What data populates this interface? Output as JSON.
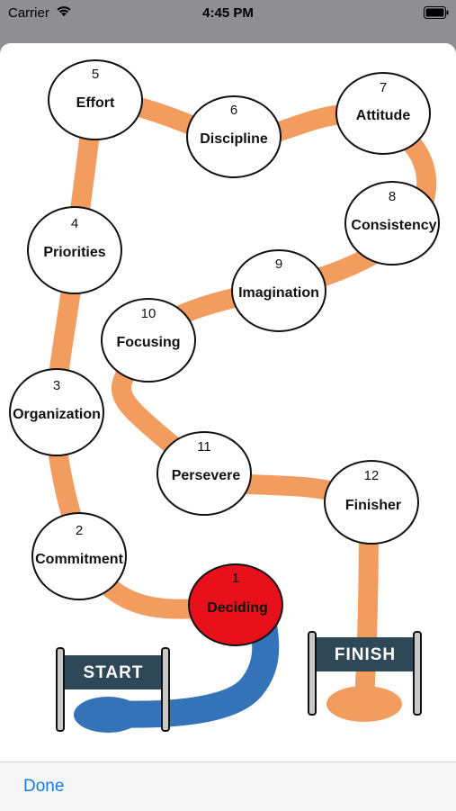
{
  "status_bar": {
    "carrier": "Carrier",
    "time": "4:45 PM",
    "wifi_icon": "wifi-icon",
    "battery_icon": "battery-icon"
  },
  "board": {
    "colors": {
      "path": "#f39c5f",
      "start_path": "#3573b8",
      "current_node": "#e8101a",
      "node": "#ffffff",
      "sign": "#2f4858",
      "post": "#c8c8c8"
    },
    "nodes": [
      {
        "number": "1",
        "label": "Deciding",
        "current": true
      },
      {
        "number": "2",
        "label": "Commitment",
        "current": false
      },
      {
        "number": "3",
        "label": "Organization",
        "current": false
      },
      {
        "number": "4",
        "label": "Priorities",
        "current": false
      },
      {
        "number": "5",
        "label": "Effort",
        "current": false
      },
      {
        "number": "6",
        "label": "Discipline",
        "current": false
      },
      {
        "number": "7",
        "label": "Attitude",
        "current": false
      },
      {
        "number": "8",
        "label": "Consistency",
        "current": false
      },
      {
        "number": "9",
        "label": "Imagination",
        "current": false
      },
      {
        "number": "10",
        "label": "Focusing",
        "current": false
      },
      {
        "number": "11",
        "label": "Persevere",
        "current": false
      },
      {
        "number": "12",
        "label": "Finisher",
        "current": false
      }
    ],
    "start_sign": "START",
    "finish_sign": "FINISH"
  },
  "toolbar": {
    "done_label": "Done"
  }
}
